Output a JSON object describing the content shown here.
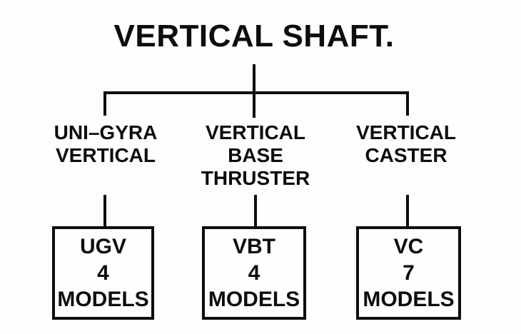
{
  "colors": {
    "ink": "#0d0d0d",
    "background": "#fefefe"
  },
  "diagram": {
    "title": "VERTICAL SHAFT.",
    "branches": [
      {
        "name": "uni-gyra-vertical",
        "label_lines": [
          "UNI–GYRA",
          "VERTICAL"
        ],
        "box_lines": [
          "UGV",
          "4",
          "MODELS"
        ]
      },
      {
        "name": "vertical-base-thruster",
        "label_lines": [
          "VERTICAL",
          "BASE",
          "THRUSTER"
        ],
        "box_lines": [
          "VBT",
          "4",
          "MODELS"
        ]
      },
      {
        "name": "vertical-caster",
        "label_lines": [
          "VERTICAL",
          "CASTER"
        ],
        "box_lines": [
          "VC",
          "7",
          "MODELS"
        ]
      }
    ]
  }
}
